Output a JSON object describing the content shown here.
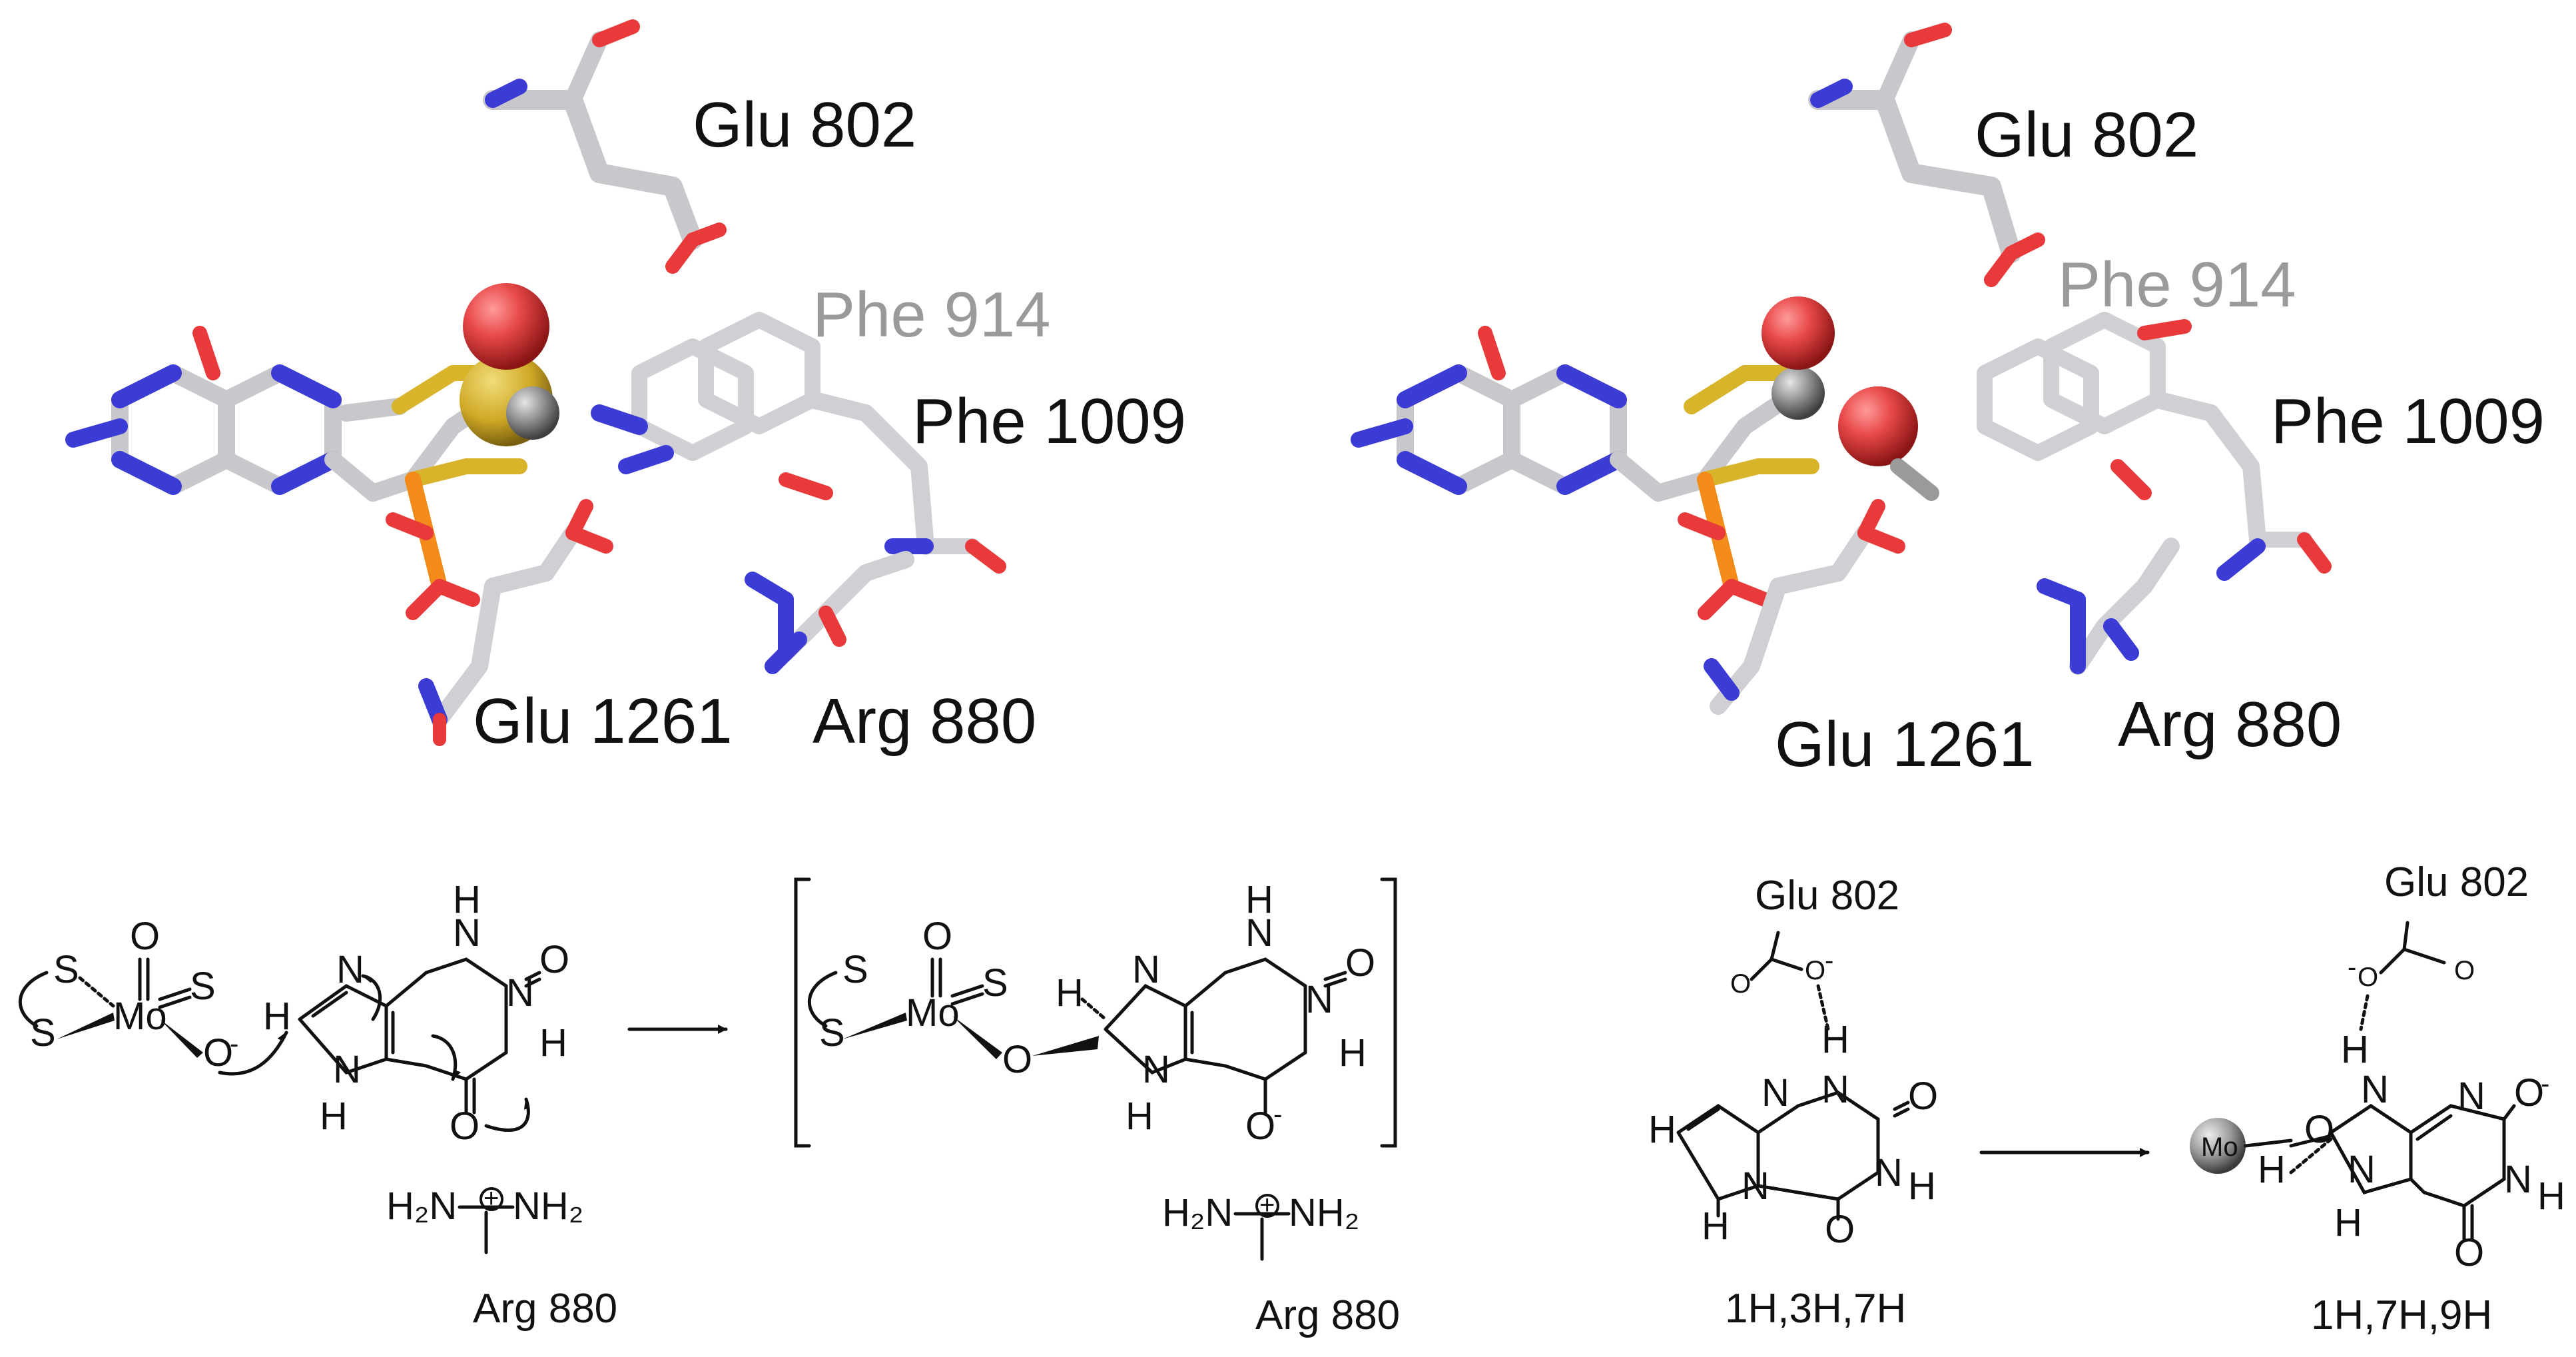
{
  "panels": {
    "top_left": {
      "labels": {
        "glu802": "Glu 802",
        "phe914": "Phe 914",
        "phe1009": "Phe 1009",
        "glu1261": "Glu 1261",
        "arg880": "Arg 880"
      }
    },
    "top_right": {
      "labels": {
        "glu802": "Glu 802",
        "phe914": "Phe 914",
        "phe1009": "Phe 1009",
        "glu1261": "Glu 1261",
        "arg880": "Arg 880"
      }
    },
    "bottom_left": {
      "arg_label_1": "Arg 880",
      "arg_label_2": "Arg 880"
    },
    "bottom_right": {
      "glu_label_1": "Glu 802",
      "glu_label_2": "Glu 802",
      "caption_1": "1H,3H,7H",
      "caption_2": "1H,7H,9H",
      "mo_sphere": "Mo"
    }
  },
  "colors": {
    "carbon": "#d0d0d4",
    "nitrogen": "#3b3bd6",
    "oxygen": "#e83a3a",
    "sulfur": "#d7b42a",
    "phosphorus": "#f28b1a",
    "oxygen_sphere": "#e84848",
    "label_grey": "#9a9a9a"
  }
}
